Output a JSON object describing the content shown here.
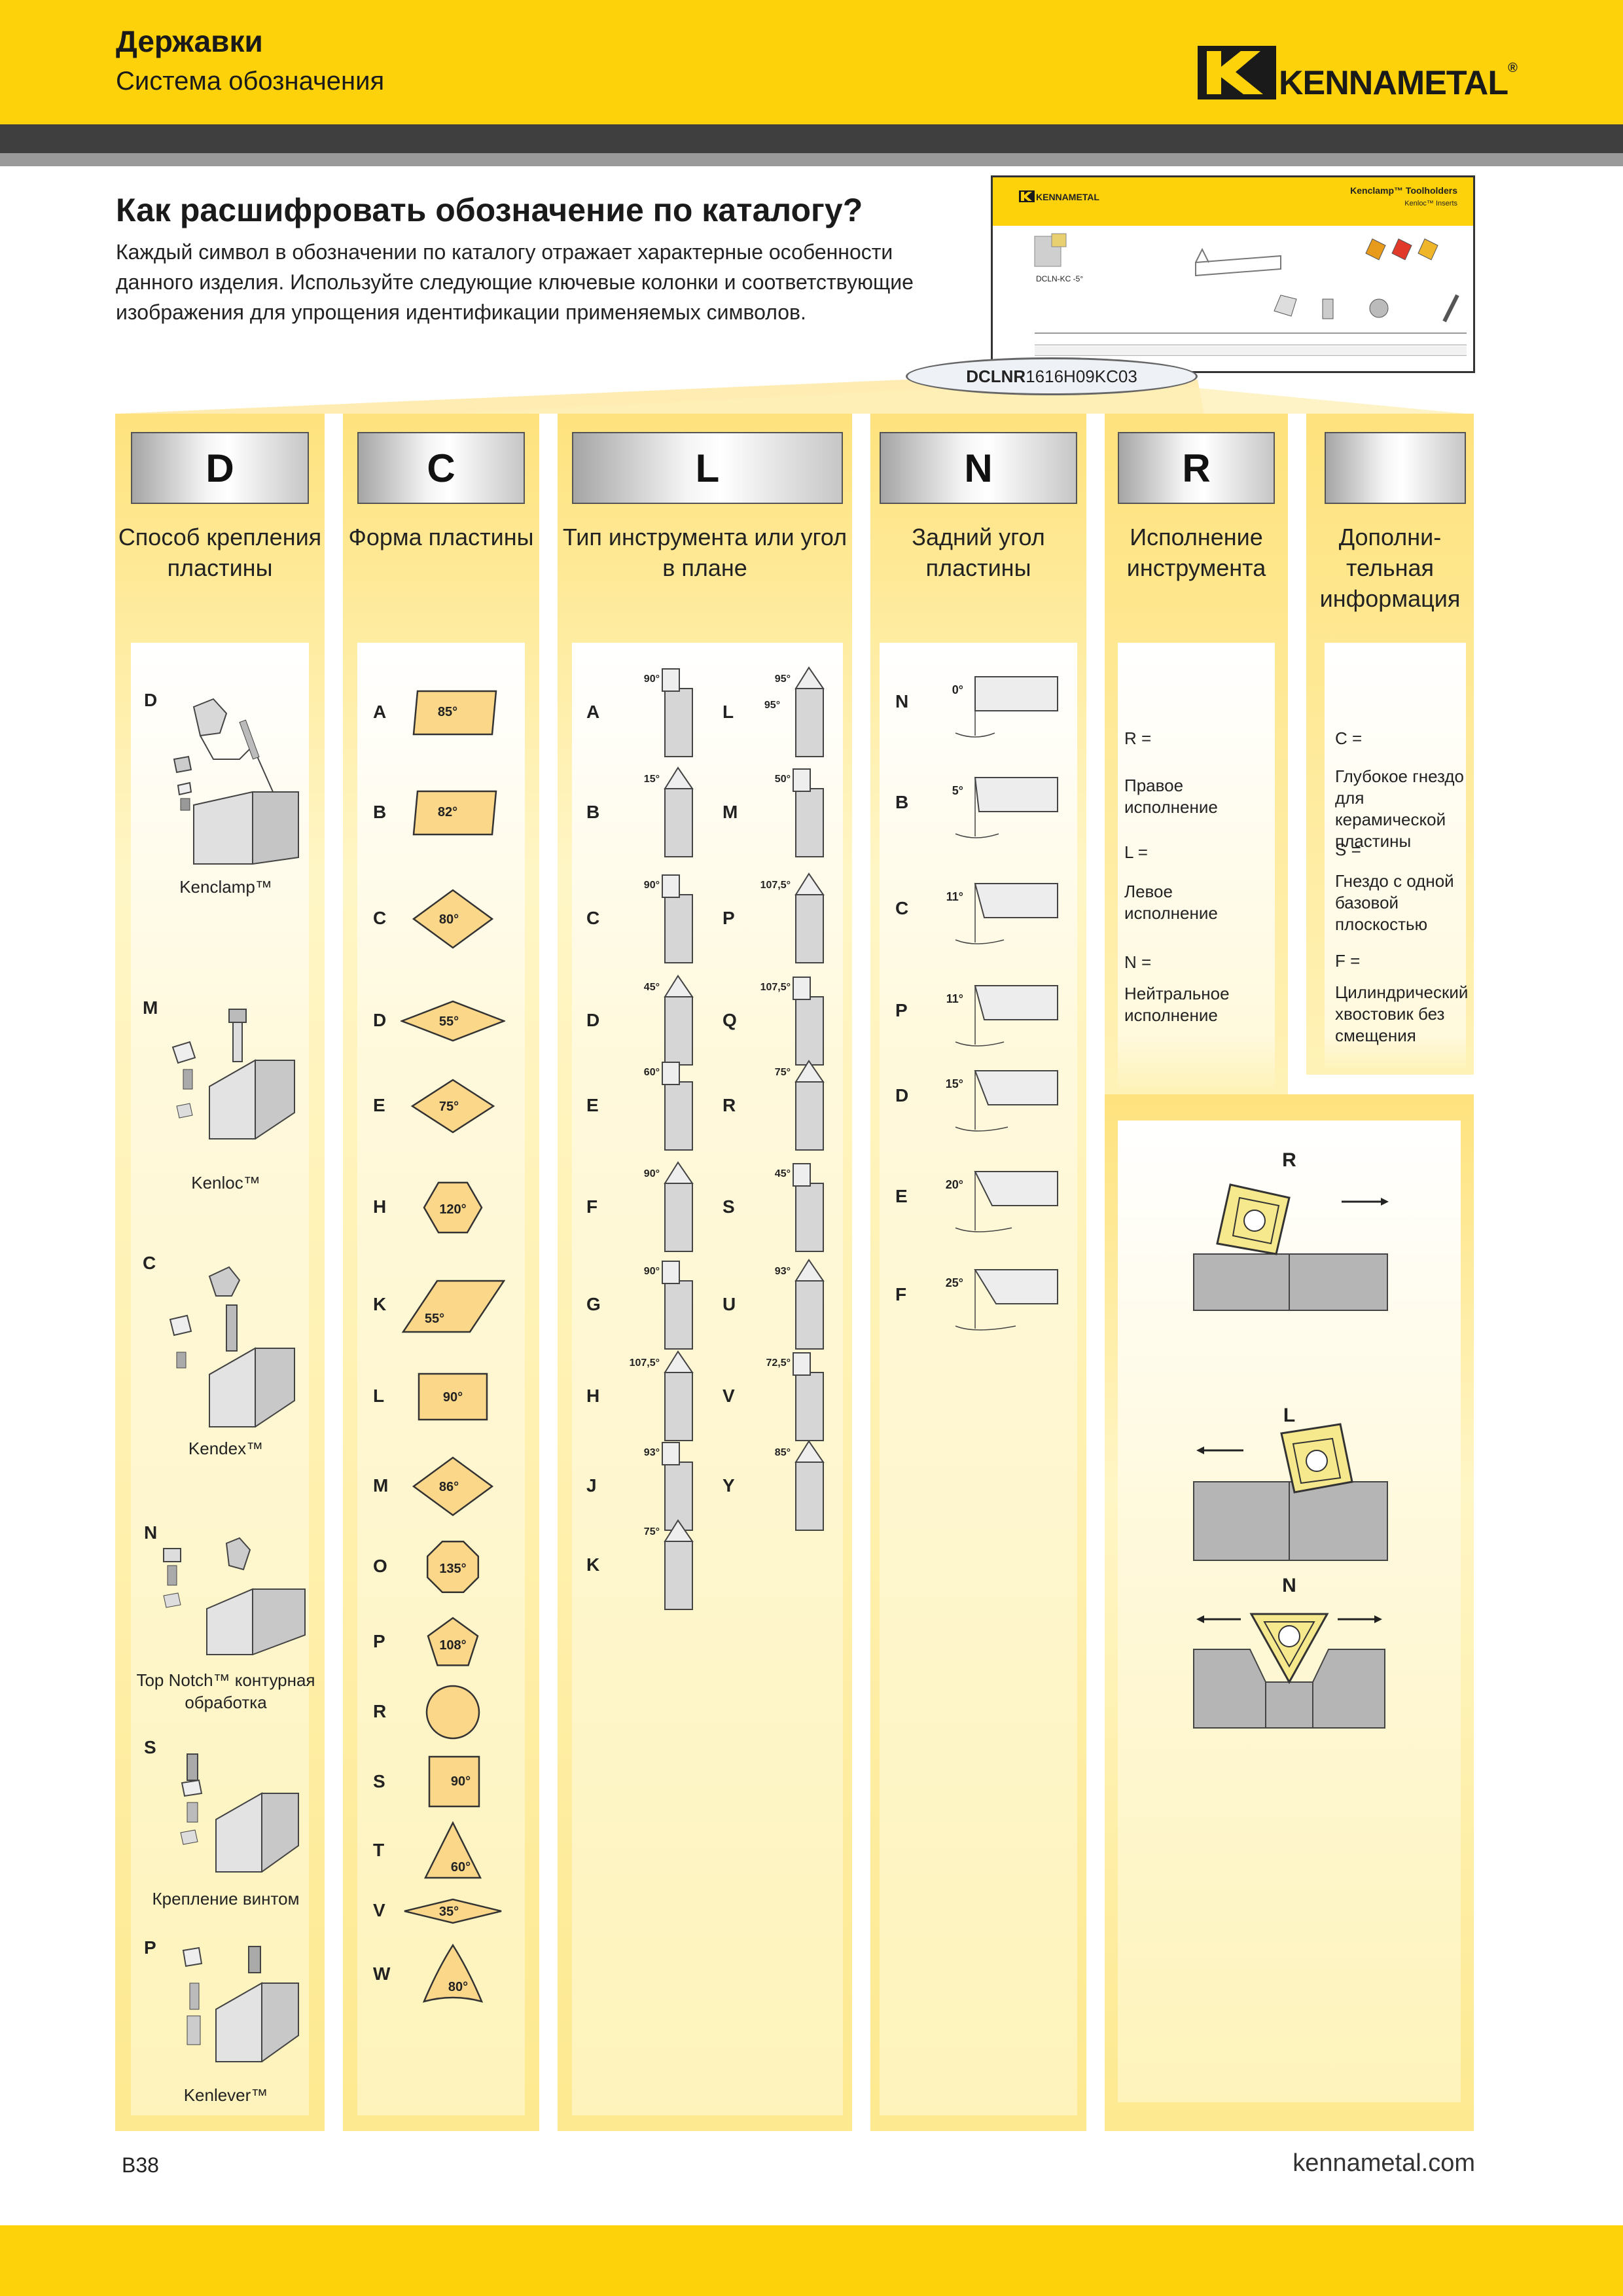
{
  "header": {
    "title": "Державки",
    "subtitle": "Система обозначения",
    "logo_text": "KENNAMETAL",
    "registered": "®"
  },
  "intro": {
    "heading": "Как расшифровать обозначение по каталогу?",
    "body": "Каждый символ в обозначении по каталогу отражает характерные особенности данного изделия. Используйте следующие ключевые колонки и соответствующие изображения для упрощения идентификации применяемых символов."
  },
  "catalog_preview": {
    "brand": "KENNAMETAL",
    "title": "Kenclamp™ Toolholders",
    "subtitle": "Kenloc™ Inserts",
    "product": "DCLN-KC -5°",
    "code_bold": "DCLNR",
    "code_rest": "1616H09KC03"
  },
  "columns": [
    {
      "letter": "D",
      "label": "Способ крепления пластины"
    },
    {
      "letter": "C",
      "label": "Форма пластины"
    },
    {
      "letter": "L",
      "label": "Тип инструмента или угол в плане"
    },
    {
      "letter": "N",
      "label": "Задний угол пластины"
    },
    {
      "letter": "R",
      "label": "Исполнение инструмента"
    },
    {
      "letter": "",
      "label": "Дополни- тельная информация"
    }
  ],
  "clamping": [
    {
      "code": "D",
      "name": "Kenclamp™"
    },
    {
      "code": "M",
      "name": "Kenloc™"
    },
    {
      "code": "C",
      "name": "Kendex™"
    },
    {
      "code": "N",
      "name": "Top Notch™ контурная обработка"
    },
    {
      "code": "S",
      "name": "Крепление винтом"
    },
    {
      "code": "P",
      "name": "Kenlever™"
    }
  ],
  "insert_shapes": [
    {
      "code": "A",
      "angle": "85°",
      "shape": "parallelogram"
    },
    {
      "code": "B",
      "angle": "82°",
      "shape": "parallelogram"
    },
    {
      "code": "C",
      "angle": "80°",
      "shape": "rhombus"
    },
    {
      "code": "D",
      "angle": "55°",
      "shape": "rhombus"
    },
    {
      "code": "E",
      "angle": "75°",
      "shape": "rhombus"
    },
    {
      "code": "H",
      "angle": "120°",
      "shape": "hexagon"
    },
    {
      "code": "K",
      "angle": "55°",
      "shape": "parallelogram"
    },
    {
      "code": "L",
      "angle": "90°",
      "shape": "rectangle"
    },
    {
      "code": "M",
      "angle": "86°",
      "shape": "rhombus"
    },
    {
      "code": "O",
      "angle": "135°",
      "shape": "octagon"
    },
    {
      "code": "P",
      "angle": "108°",
      "shape": "pentagon"
    },
    {
      "code": "R",
      "angle": "",
      "shape": "circle"
    },
    {
      "code": "S",
      "angle": "90°",
      "shape": "square"
    },
    {
      "code": "T",
      "angle": "60°",
      "shape": "triangle"
    },
    {
      "code": "V",
      "angle": "35°",
      "shape": "rhombus"
    },
    {
      "code": "W",
      "angle": "80°",
      "shape": "trigon"
    }
  ],
  "tool_styles_left": [
    {
      "code": "A",
      "angle": "90°"
    },
    {
      "code": "B",
      "angle": "15°"
    },
    {
      "code": "C",
      "angle": "90°"
    },
    {
      "code": "D",
      "angle": "45°"
    },
    {
      "code": "E",
      "angle": "60°"
    },
    {
      "code": "F",
      "angle": "90°"
    },
    {
      "code": "G",
      "angle": "90°"
    },
    {
      "code": "H",
      "angle": "107,5°"
    },
    {
      "code": "J",
      "angle": "93°"
    },
    {
      "code": "K",
      "angle": "75°"
    }
  ],
  "tool_styles_right": [
    {
      "code": "L",
      "angle": "95°",
      "angle2": "95°"
    },
    {
      "code": "M",
      "angle": "50°"
    },
    {
      "code": "P",
      "angle": "107,5°"
    },
    {
      "code": "Q",
      "angle": "107,5°"
    },
    {
      "code": "R",
      "angle": "75°"
    },
    {
      "code": "S",
      "angle": "45°"
    },
    {
      "code": "U",
      "angle": "93°"
    },
    {
      "code": "V",
      "angle": "72,5°"
    },
    {
      "code": "Y",
      "angle": "85°"
    }
  ],
  "clearance": [
    {
      "code": "N",
      "angle": "0°"
    },
    {
      "code": "B",
      "angle": "5°"
    },
    {
      "code": "C",
      "angle": "11°"
    },
    {
      "code": "P",
      "angle": "11°"
    },
    {
      "code": "D",
      "angle": "15°"
    },
    {
      "code": "E",
      "angle": "20°"
    },
    {
      "code": "F",
      "angle": "25°"
    }
  ],
  "hand": [
    {
      "code": "R =",
      "text": "Правое исполнение"
    },
    {
      "code": "L =",
      "text": "Левое исполнение"
    },
    {
      "code": "N =",
      "text": "Нейтральное исполнение"
    }
  ],
  "extra": [
    {
      "code": "C =",
      "text": "Глубокое гнездо для керамической пластины"
    },
    {
      "code": "S =",
      "text": "Гнездо с одной базовой плоскостью"
    },
    {
      "code": "F =",
      "text": "Цилиндрический хвостовик без смещения"
    }
  ],
  "hand_diagram": {
    "r": "R",
    "l": "L",
    "n": "N"
  },
  "footer": {
    "page": "B38",
    "site": "kennametal.com"
  }
}
